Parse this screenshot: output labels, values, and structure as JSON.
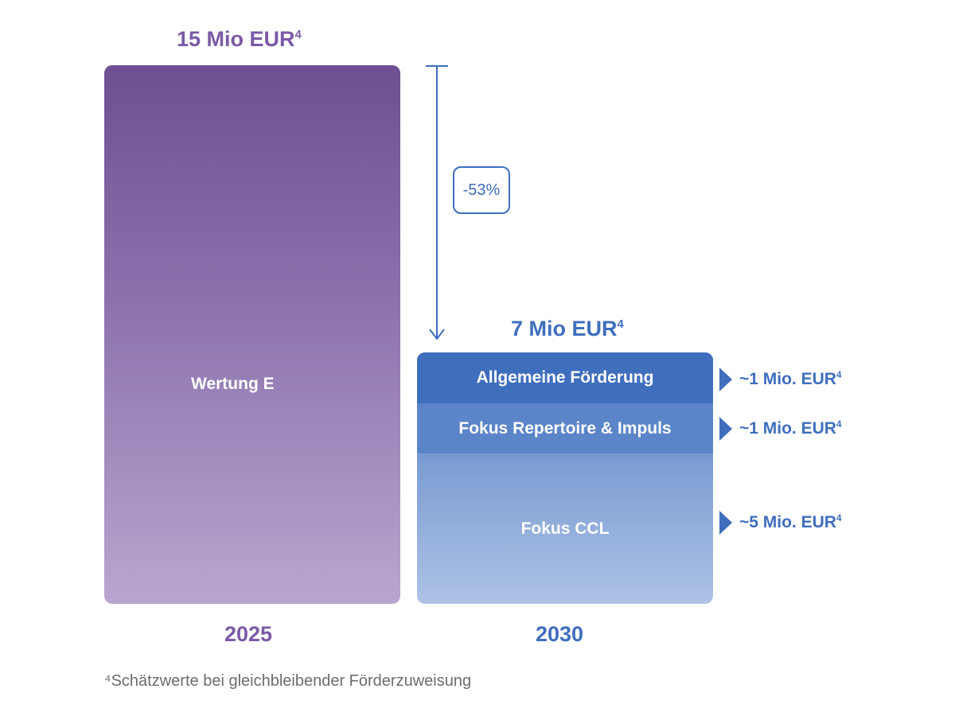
{
  "colors": {
    "bar_2025": "#6e4f92",
    "bar_2030": "#3f6ebd",
    "label_2025": "#7a5aa7",
    "label_2030": "#3f6ebd",
    "footnote": "#6d6d6d"
  },
  "chart_data": {
    "type": "bar",
    "categories": [
      "2025",
      "2030"
    ],
    "values": [
      15,
      7
    ],
    "unit": "Mio EUR",
    "bar_labels": [
      "15 Mio EUR",
      "7 Mio EUR"
    ],
    "bar_label_marker": "4",
    "bar_2025_inner": "Wertung E",
    "change_label": "-53%",
    "segments_2030": [
      {
        "name": "Allgemeine Förderung",
        "value": 1,
        "label": "~1 Mio. EUR"
      },
      {
        "name": "Fokus Repertoire & Impuls",
        "value": 1,
        "label": "~1 Mio. EUR"
      },
      {
        "name": "Fokus CCL",
        "value": 5,
        "label": "~5 Mio. EUR"
      }
    ],
    "segment_label_marker": "4"
  },
  "footnote": "⁴Schätzwerte bei gleichbleibender Förderzuweisung"
}
